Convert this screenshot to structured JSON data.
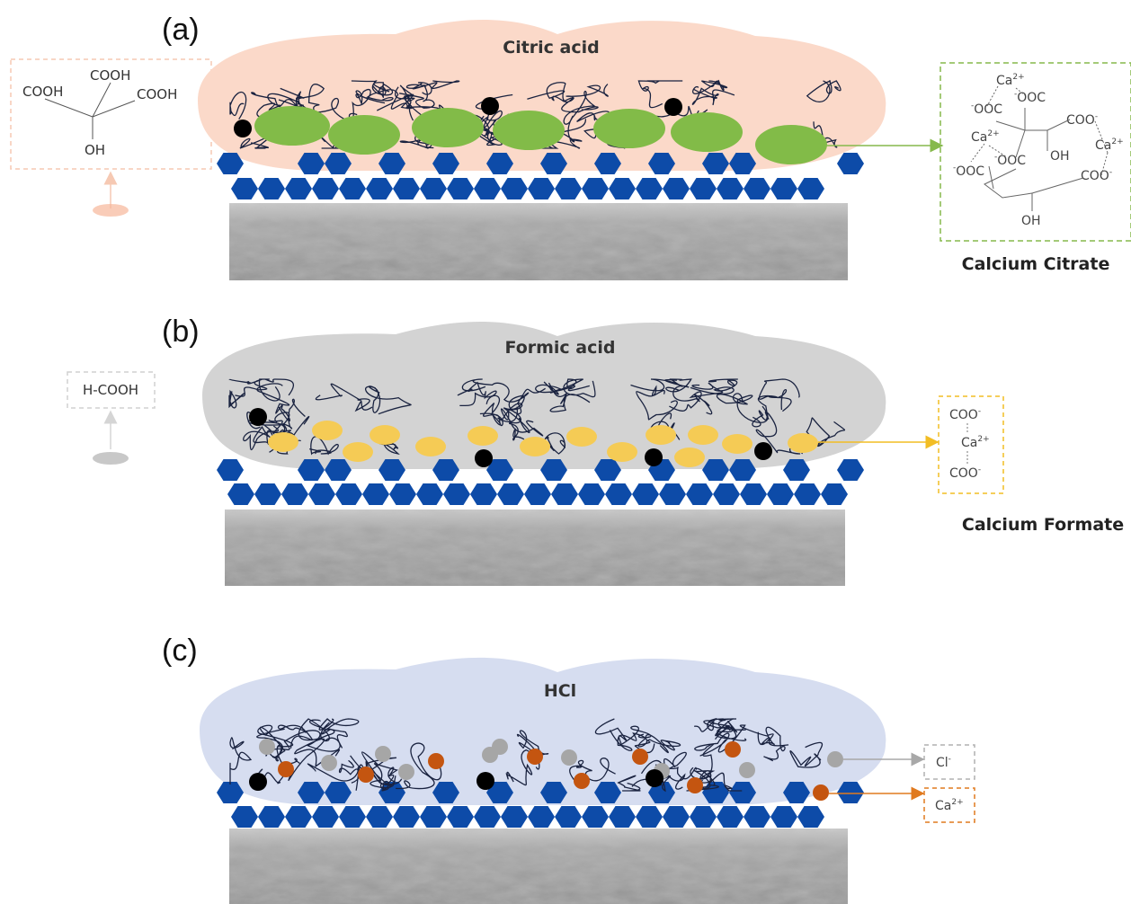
{
  "panels": [
    {
      "label": "(a)",
      "acid_name": "Citric acid",
      "structure_groups": [
        "COOH",
        "COOH",
        "COOH",
        "OH"
      ],
      "product_name": "Calcium Citrate",
      "product_text": {
        "ca": "Ca",
        "charge": "2+",
        "ooc": "OOC",
        "coo": "COO",
        "oh": "OH",
        "minus": "-"
      },
      "colors": {
        "cloud": "#fbd9c9",
        "particle": "#82bb48",
        "box": "#86b94c",
        "source": "#f6b79a"
      }
    },
    {
      "label": "(b)",
      "acid_name": "Formic acid",
      "structure_text": "H-COOH",
      "product_name": "Calcium Formate",
      "product_lines": [
        "COO",
        "Ca",
        "COO"
      ],
      "colors": {
        "cloud": "#d3d3d3",
        "particle": "#f5cb55",
        "box": "#f2bd24",
        "source": "#c8c8c8"
      }
    },
    {
      "label": "(c)",
      "acid_name": "HCl",
      "ions": [
        {
          "symbol": "Cl",
          "charge": "-",
          "color": "#a8a8a8"
        },
        {
          "symbol": "Ca",
          "charge": "2+",
          "color": "#e07a1f"
        }
      ],
      "colors": {
        "cloud": "#d6ddf0",
        "particle_a": "#a6a6a6",
        "particle_b": "#c45510"
      }
    }
  ],
  "colors": {
    "hexagon": "#0d4ba8",
    "fiber": "#1a2340",
    "black_particle": "#000000",
    "substrate": "#8a8a8a"
  }
}
